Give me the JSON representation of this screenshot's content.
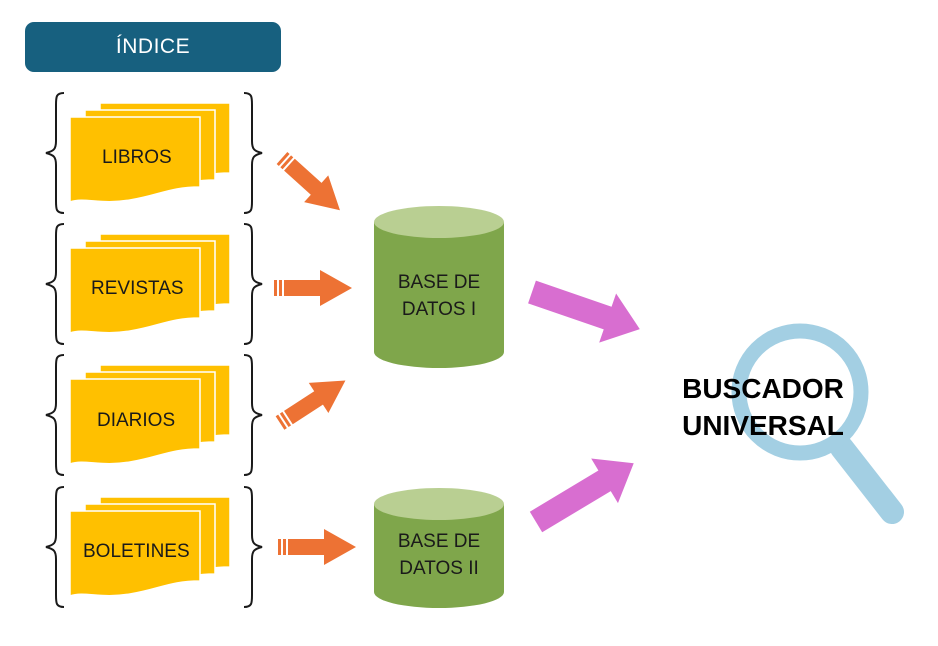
{
  "header": {
    "title": "ÍNDICE"
  },
  "sources": [
    {
      "label": "LIBROS"
    },
    {
      "label": "REVISTAS"
    },
    {
      "label": "DIARIOS"
    },
    {
      "label": "BOLETINES"
    }
  ],
  "databases": [
    {
      "line1": "BASE DE",
      "line2": "DATOS I"
    },
    {
      "line1": "BASE DE",
      "line2": "DATOS II"
    }
  ],
  "search": {
    "line1": "BUSCADOR",
    "line2": "UNIVERSAL"
  },
  "colors": {
    "header_bg": "#17607f",
    "document": "#ffc000",
    "cylinder_body": "#7fa64b",
    "cylinder_top": "#b9cf92",
    "arrow_orange": "#ed7234",
    "arrow_pink": "#d86ed0",
    "magnifier": "#a3cfe3"
  },
  "icons": [
    "bracket-icon",
    "multi-document-icon",
    "database-cylinder-icon",
    "arrow-icon",
    "magnifier-icon"
  ]
}
